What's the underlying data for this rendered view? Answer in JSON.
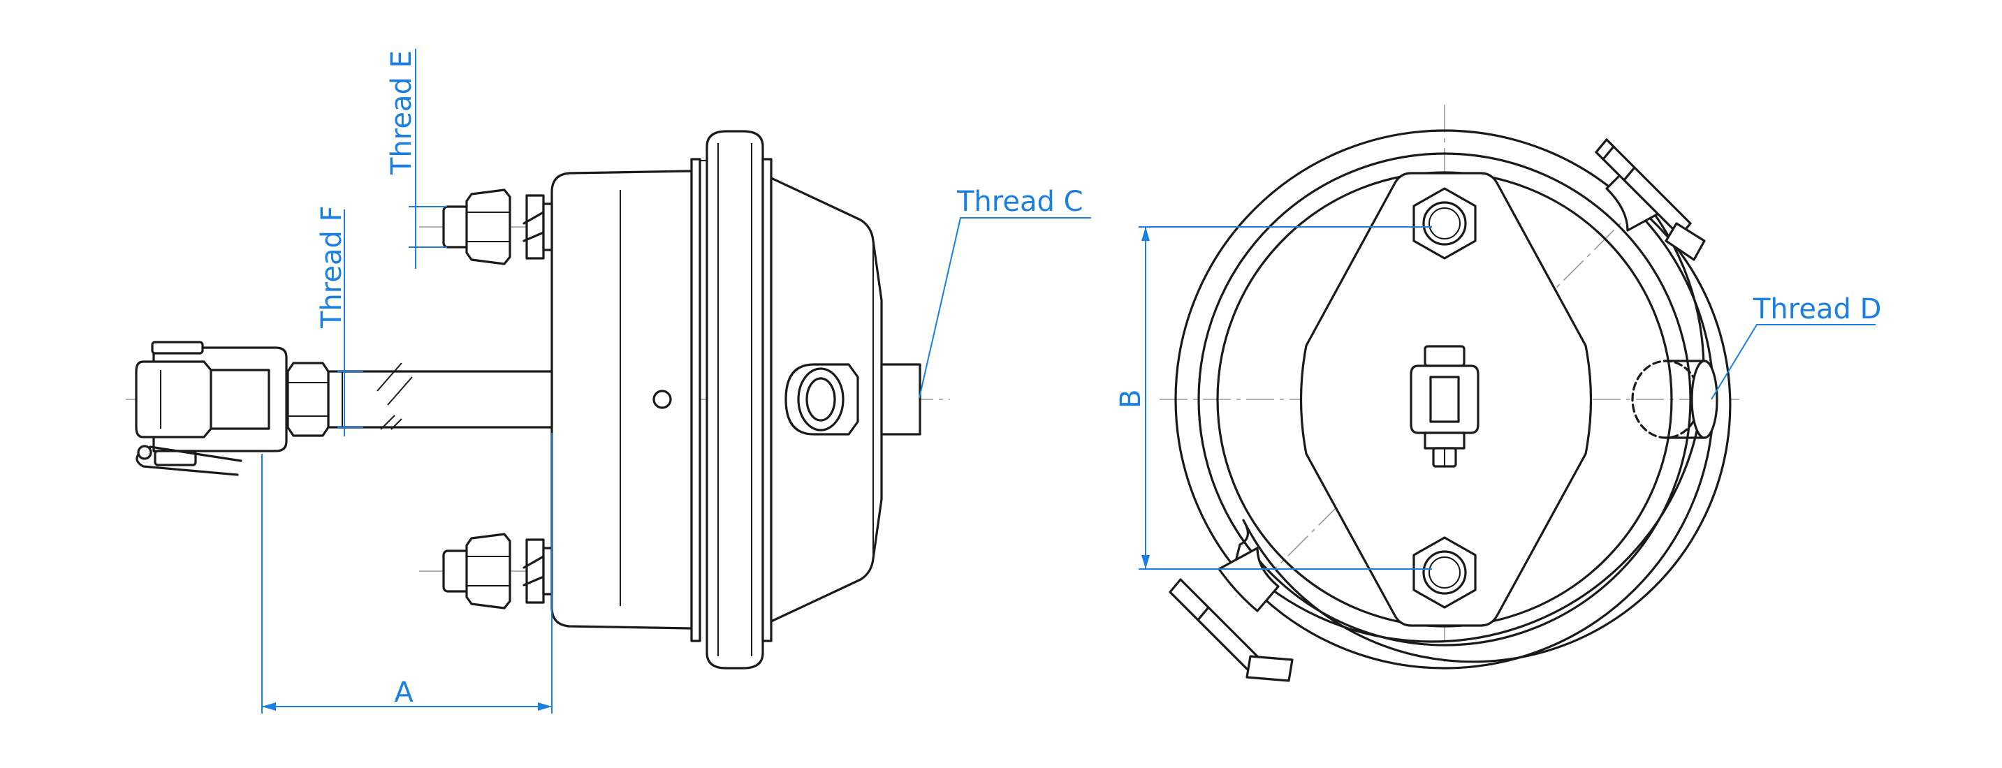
{
  "labels": {
    "thread_e": "Thread E",
    "thread_f": "Thread F",
    "thread_c": "Thread  C",
    "thread_d": "Thread D",
    "dim_a": "A",
    "dim_b": "B"
  },
  "colors": {
    "line": "#1a1a1a",
    "dimension": "#1a7fe0",
    "center": "#9a9a9a",
    "background": "#ffffff"
  }
}
